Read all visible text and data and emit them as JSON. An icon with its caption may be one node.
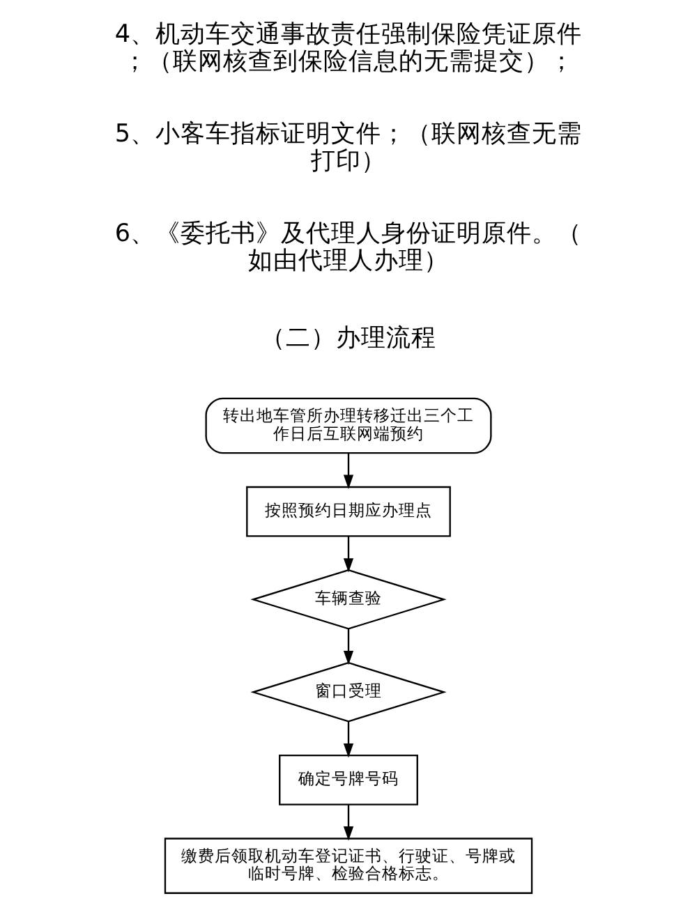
{
  "diagram": {
    "nodes": [
      {
        "text": [
          "转出地车管所办理转移迁出三个工作日后互联网端预约"
        ]
      },
      {
        "text": [
          "按照预约日期应办理点"
        ]
      },
      {
        "text": [
          "车辆查验"
        ]
      },
      {
        "text": [
          "窗口受理"
        ]
      },
      {
        "text": [
          "确定号牌号码"
        ]
      },
      {
        "text": [
          "缴费后领取机动车登记证书、行驶证、号牌或临时号牌、检验合格标志。"
        ]
      }
    ],
    "edges": [
      {
        "from": 0,
        "to": 1,
        "arrow": "to"
      },
      {
        "from": 1,
        "to": 2,
        "arrow": "to"
      },
      {
        "from": 2,
        "to": 3,
        "arrow": "to"
      },
      {
        "from": 3,
        "to": 4,
        "arrow": "to"
      },
      {
        "from": 4,
        "to": 5,
        "arrow": "to"
      }
    ],
    "labels": [
      "4、机动车交通事故责任强制保险凭证原件；（联网核查到保险信息的无需提交）；",
      "5、小客车指标证明文件；（联网核查无需打印）",
      "6、《委托书》及代理人身份证明原件。（如由代理人办理）",
      "（二）办理流程"
    ]
  }
}
